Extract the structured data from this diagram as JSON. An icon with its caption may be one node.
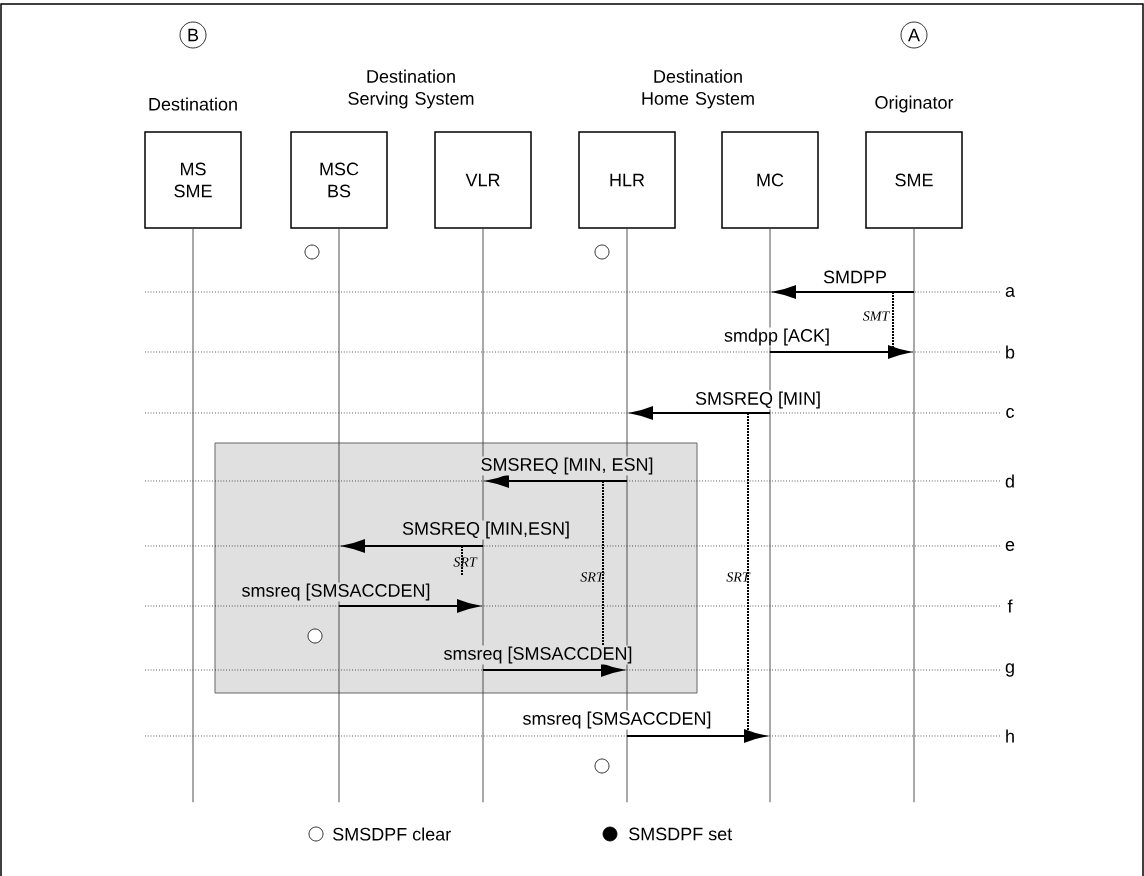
{
  "diagram": {
    "nodes": [
      {
        "text": [
          "MS SME"
        ]
      },
      {
        "text": [
          "MSC BS"
        ]
      },
      {
        "text": [
          "VLR"
        ]
      },
      {
        "text": [
          "HLR"
        ]
      },
      {
        "text": [
          "MC"
        ]
      },
      {
        "text": [
          "SME"
        ]
      },
      {
        "text": [],
        "shape": "line"
      },
      {
        "text": [],
        "shape": "line"
      },
      {
        "text": [],
        "shape": "line"
      },
      {
        "text": [],
        "shape": "line"
      },
      {
        "text": [],
        "shape": "line"
      },
      {
        "text": [],
        "shape": "line"
      }
    ],
    "edges": [
      {
        "from": 11,
        "to": 10,
        "arrow": "to",
        "label": "SMDPP"
      },
      {
        "from": 10,
        "to": 11,
        "arrow": "to",
        "label": "smdpp [ACK]"
      },
      {
        "from": 10,
        "to": 9,
        "arrow": "to",
        "label": "SMSREQ [MIN]"
      },
      {
        "from": 9,
        "to": 8,
        "arrow": "to",
        "label": "SMSREQ [MIN, ESN]"
      },
      {
        "from": 8,
        "to": 7,
        "arrow": "to",
        "label": "SMSREQ [MIN,ESN]"
      },
      {
        "from": 7,
        "to": 8,
        "arrow": "to",
        "label": "smsreq [SMSACCDEN]"
      },
      {
        "from": 8,
        "to": 9,
        "arrow": "to",
        "label": "smsreq [SMSACCDEN]"
      },
      {
        "from": 9,
        "to": 10,
        "arrow": "to",
        "label": "smsreq [SMSACCDEN]"
      }
    ],
    "labels": [
      "B",
      "A",
      "Destination",
      "Destination Serving System",
      "Destination Home System",
      "Originator",
      "a",
      "SMT",
      "b",
      "c",
      "d",
      "e",
      "SRT",
      "SRT",
      "SRT",
      "f",
      "g",
      "h"
    ],
    "legend": [
      {
        "text": "SMSDPF clear"
      },
      {
        "text": "SMSDPF set",
        "color": "#000000"
      }
    ]
  }
}
